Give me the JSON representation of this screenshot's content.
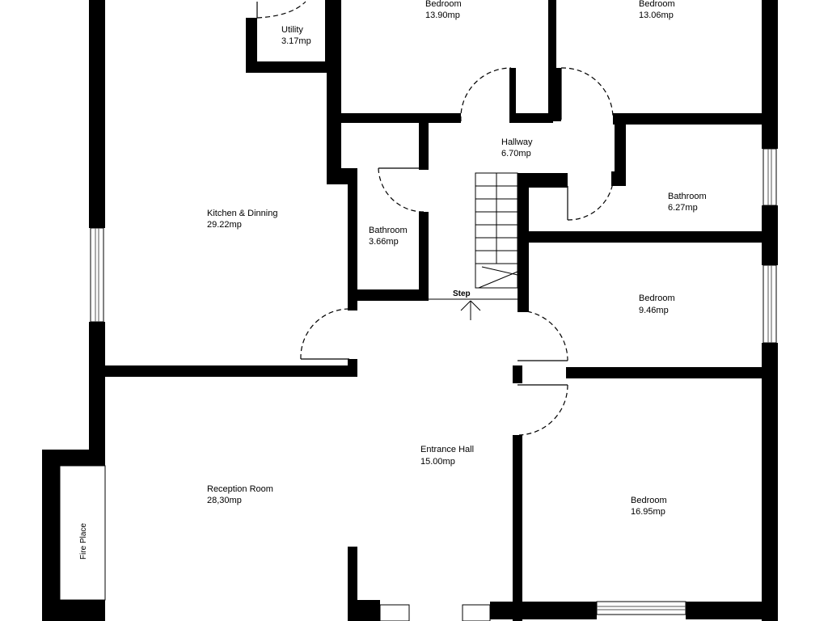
{
  "floor_plan": {
    "rooms": [
      {
        "id": "bedroom-top-left",
        "name": "Bedroom",
        "area": "13.90mp"
      },
      {
        "id": "bedroom-top-right",
        "name": "Bedroom",
        "area": "13.06mp"
      },
      {
        "id": "utility",
        "name": "Utility",
        "area": "3.17mp"
      },
      {
        "id": "hallway",
        "name": "Hallway",
        "area": "6.70mp"
      },
      {
        "id": "bathroom-right",
        "name": "Bathroom",
        "area": "6.27mp"
      },
      {
        "id": "kitchen-dining",
        "name": "Kitchen & Dinning",
        "area": "29.22mp"
      },
      {
        "id": "bathroom-small",
        "name": "Bathroom",
        "area": "3.66mp"
      },
      {
        "id": "bedroom-middle-right",
        "name": "Bedroom",
        "area": "9.46mp"
      },
      {
        "id": "entrance-hall",
        "name": "Entrance Hall",
        "area": "15.00mp"
      },
      {
        "id": "reception-room",
        "name": "Reception Room",
        "area": "28,30mp"
      },
      {
        "id": "bedroom-bottom-right",
        "name": "Bedroom",
        "area": "16.95mp"
      }
    ],
    "labels": {
      "step": "Step",
      "fire_place": "Fire Place"
    }
  }
}
